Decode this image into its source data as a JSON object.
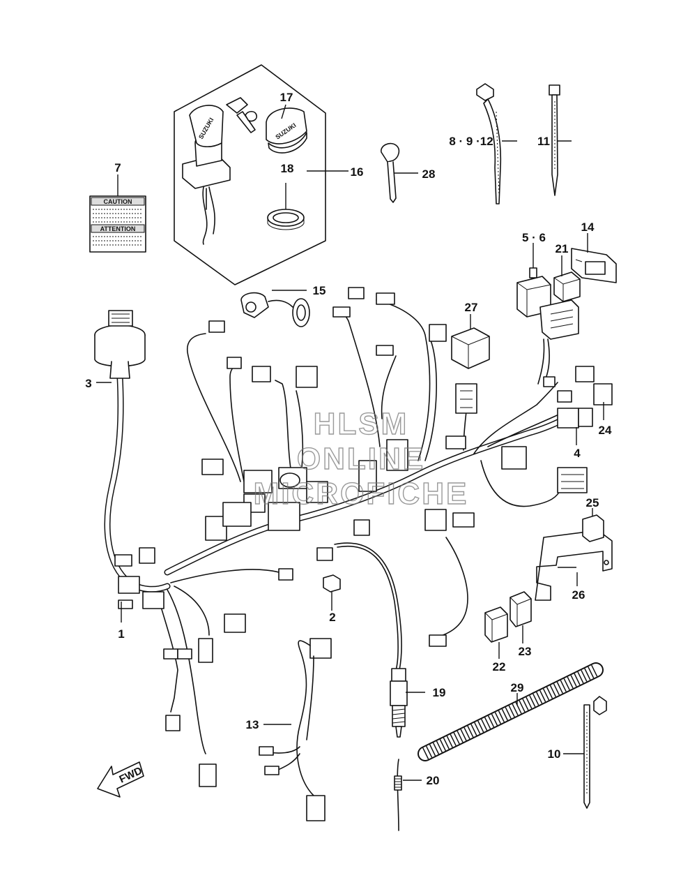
{
  "callouts": [
    "1",
    "2",
    "3",
    "4",
    "5 · 6",
    "7",
    "8 · 9 ·12",
    "10",
    "11",
    "13",
    "14",
    "15",
    "16",
    "17",
    "18",
    "19",
    "20",
    "21",
    "22",
    "23",
    "24",
    "25",
    "26",
    "27",
    "28",
    "29"
  ],
  "label_plate": {
    "top_text": "CAUTION",
    "bottom_text": "ATTENTION"
  },
  "key_brand": "SUZUKI",
  "direction_arrow": "FWD",
  "watermark": [
    "HLSM",
    "ONLINE",
    "MICROFICHE"
  ]
}
